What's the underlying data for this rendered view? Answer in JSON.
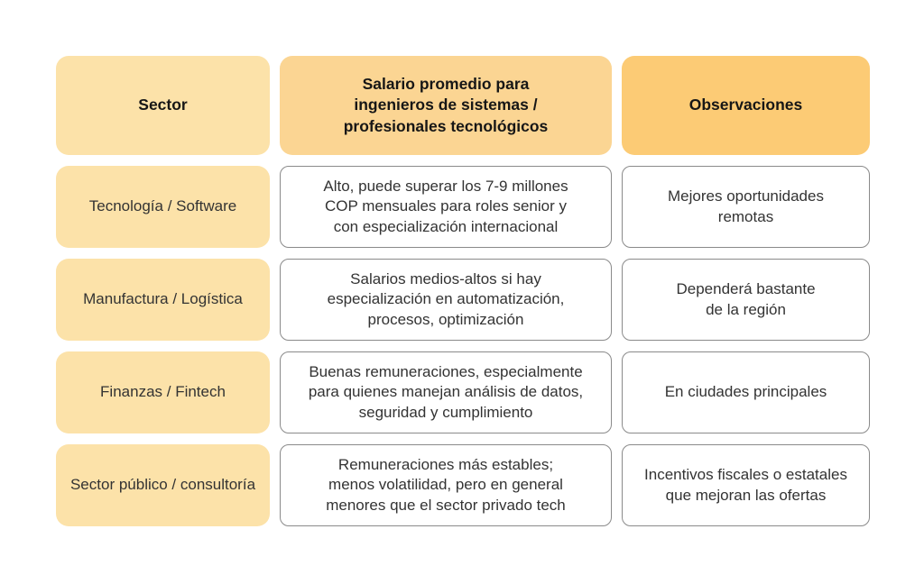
{
  "table": {
    "headers": {
      "sector": "Sector",
      "salary": "Salario promedio para\ningenieros de sistemas /\nprofesionales tecnológicos",
      "observations": "Observaciones"
    },
    "rows": [
      {
        "sector": "Tecnología / Software",
        "salary": "Alto, puede superar los 7-9 millones\nCOP mensuales para roles senior y\ncon especialización internacional",
        "observation": "Mejores oportunidades\nremotas"
      },
      {
        "sector": "Manufactura / Logística",
        "salary": "Salarios medios-altos si hay\nespecialización en automatización,\nprocesos, optimización",
        "observation": "Dependerá bastante\nde la región"
      },
      {
        "sector": "Finanzas / Fintech",
        "salary": "Buenas remuneraciones, especialmente\npara quienes manejan análisis de datos,\nseguridad y cumplimiento",
        "observation": "En ciudades principales"
      },
      {
        "sector": "Sector público / consultoría",
        "salary": "Remuneraciones más estables;\nmenos volatilidad, pero en general\nmenores que el sector privado tech",
        "observation": "Incentivos fiscales o estatales\nque mejoran las ofertas"
      }
    ]
  },
  "colors": {
    "header_sector_bg": "#fce2a9",
    "header_salary_bg": "#fbd593",
    "header_obs_bg": "#fccb75",
    "sector_cell_bg": "#fce2a9",
    "cell_border": "#8a8a8a",
    "text_header": "#161616",
    "text_body": "#333333"
  }
}
